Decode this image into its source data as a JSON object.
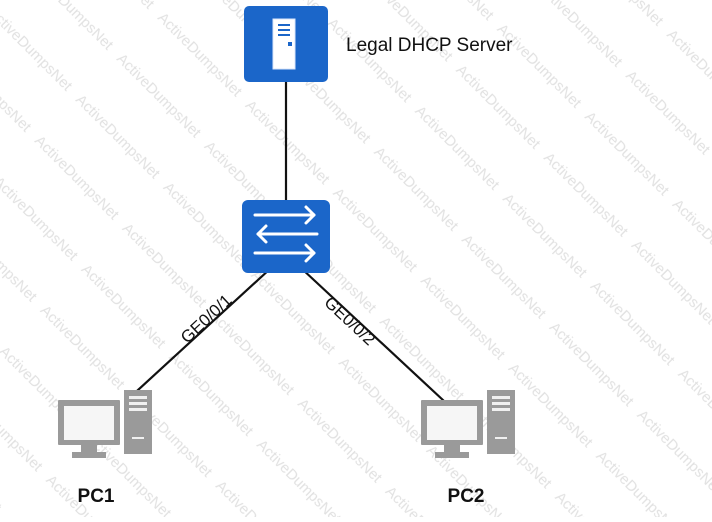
{
  "diagram": {
    "server": {
      "label": "Legal DHCP Server",
      "icon": "server-icon"
    },
    "switch": {
      "icon": "switch-icon"
    },
    "pcs": [
      {
        "label": "PC1",
        "port": "GE0/0/1",
        "icon": "desktop-computer-icon"
      },
      {
        "label": "PC2",
        "port": "GE0/0/2",
        "icon": "desktop-computer-icon"
      }
    ],
    "links": [
      {
        "from": "Legal DHCP Server",
        "to": "switch"
      },
      {
        "from": "switch",
        "to": "PC1",
        "port": "GE0/0/1"
      },
      {
        "from": "switch",
        "to": "PC2",
        "port": "GE0/0/2"
      }
    ]
  },
  "watermark": {
    "text": "ActiveDumpsNet"
  },
  "colors": {
    "device_blue": "#1b66c9",
    "device_blue_dark": "#0f4aa0",
    "line": "#111111",
    "pc_gray": "#9a9a9a",
    "pc_screen": "#f6f6f6",
    "text": "#111111"
  }
}
